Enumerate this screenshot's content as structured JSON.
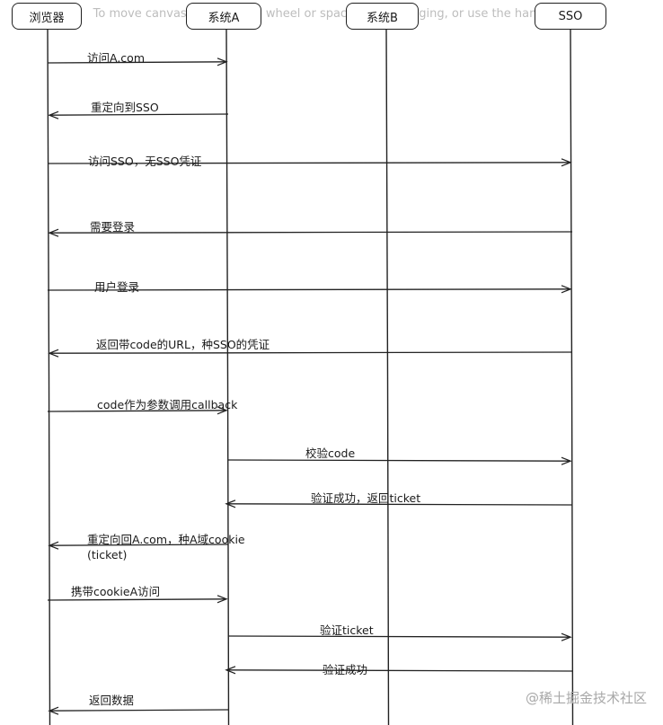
{
  "hint_text": "To move canvas, hold mouse wheel or space while dragging, or use the hand tool",
  "participants": [
    {
      "id": "browser",
      "label": "浏览器"
    },
    {
      "id": "sysA",
      "label": "系统A"
    },
    {
      "id": "sysB",
      "label": "系统B"
    },
    {
      "id": "sso",
      "label": "SSO"
    }
  ],
  "messages": [
    {
      "from": "browser",
      "to": "sysA",
      "label": "访问A.com"
    },
    {
      "from": "sysA",
      "to": "browser",
      "label": "重定向到SSO"
    },
    {
      "from": "browser",
      "to": "sso",
      "label": "访问SSO，无SSO凭证"
    },
    {
      "from": "sso",
      "to": "browser",
      "label": "需要登录"
    },
    {
      "from": "browser",
      "to": "sso",
      "label": "用户登录"
    },
    {
      "from": "sso",
      "to": "browser",
      "label": "返回带code的URL，种SSO的凭证"
    },
    {
      "from": "browser",
      "to": "sysA",
      "label": "code作为参数调用callback"
    },
    {
      "from": "sysA",
      "to": "sso",
      "label": "校验code"
    },
    {
      "from": "sso",
      "to": "sysA",
      "label": "验证成功，返回ticket"
    },
    {
      "from": "sysA",
      "to": "browser",
      "label": "重定向回A.com，种A域cookie",
      "label2": "(ticket)"
    },
    {
      "from": "browser",
      "to": "sysA",
      "label": "携带cookieA访问"
    },
    {
      "from": "sysA",
      "to": "sso",
      "label": "验证ticket"
    },
    {
      "from": "sso",
      "to": "sysA",
      "label": "验证成功"
    },
    {
      "from": "sysA",
      "to": "browser",
      "label": "返回数据"
    }
  ],
  "watermark": "@稀土掘金技术社区"
}
